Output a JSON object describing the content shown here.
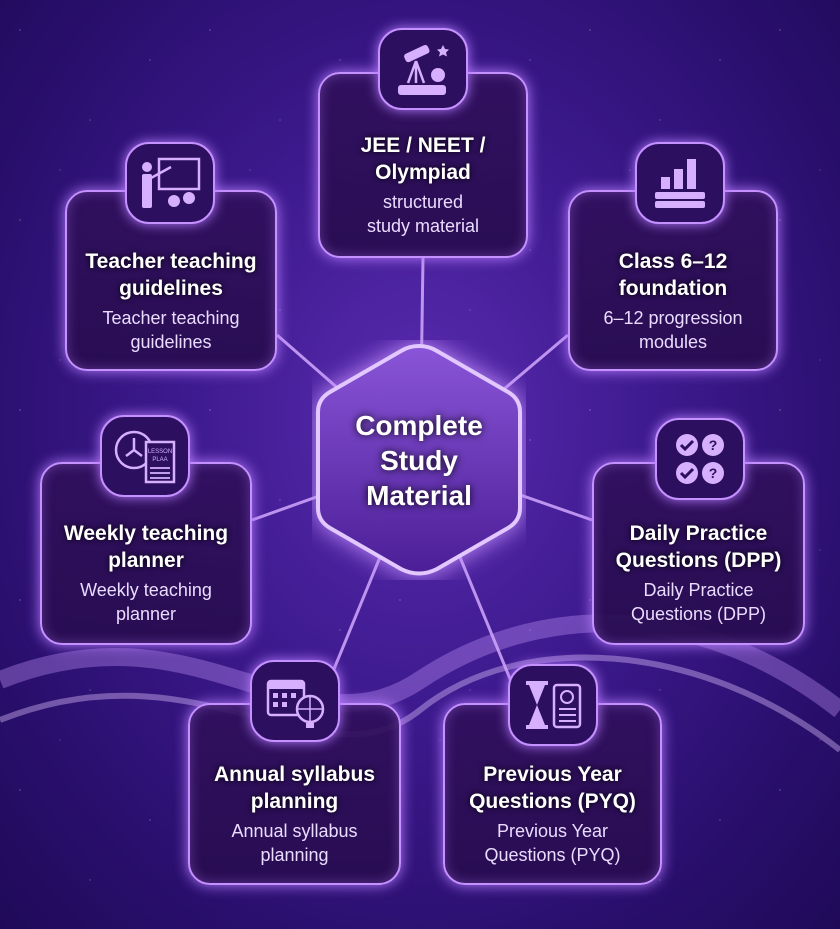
{
  "center": {
    "line1": "Complete",
    "line2": "Study",
    "line3": "Material"
  },
  "cards": [
    {
      "id": "jee",
      "icon": "telescope-books-icon",
      "title1": "JEE / NEET /",
      "title2": "Olympiad",
      "sub1": "structured",
      "sub2": "study material"
    },
    {
      "id": "teacher",
      "icon": "teacher-board-gears-icon",
      "title1": "Teacher teaching",
      "title2": "guidelines",
      "sub1": "Teacher teaching",
      "sub2": "guidelines"
    },
    {
      "id": "class",
      "icon": "books-bar-chart-icon",
      "title1": "Class 6–12",
      "title2": "foundation",
      "sub1": "6–12 progression",
      "sub2": "modules"
    },
    {
      "id": "weekly",
      "icon": "clock-lesson-plan-icon",
      "icon_text": "LESSON PLAA",
      "title1": "Weekly teaching",
      "title2": "planner",
      "sub1": "Weekly teaching",
      "sub2": "planner"
    },
    {
      "id": "dpp",
      "icon": "check-question-icon",
      "title1": "Daily Practice",
      "title2": "Questions (DPP)",
      "sub1": "Daily Practice",
      "sub2": "Questions (DPP)"
    },
    {
      "id": "annual",
      "icon": "calendar-globe-icon",
      "title1": "Annual syllabus",
      "title2": "planning",
      "sub1": "Annual syllabus",
      "sub2": "planning"
    },
    {
      "id": "pyq",
      "icon": "hourglass-scroll-icon",
      "title1": "Previous Year",
      "title2": "Questions (PYQ)",
      "sub1": "Previous Year",
      "sub2": "Questions (PYQ)"
    }
  ],
  "colors": {
    "accent": "#c590ff",
    "background": "#3d1a8e",
    "card": "#30105c"
  }
}
